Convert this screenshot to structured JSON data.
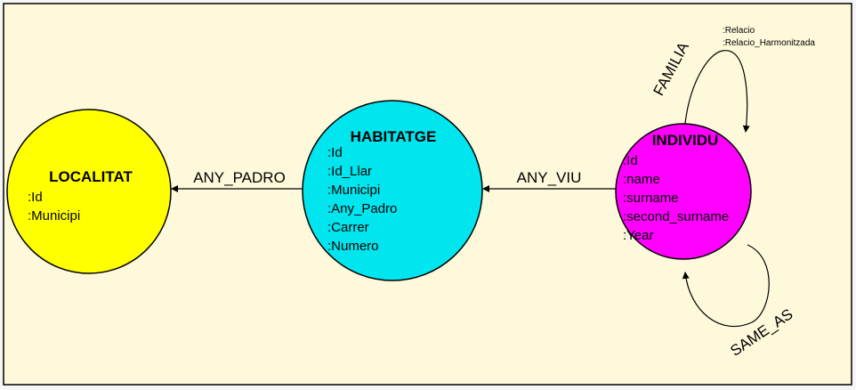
{
  "colors": {
    "background": "#fff9db",
    "frame": "#000000",
    "localitat": "#ffff00",
    "habitatge": "#00e5ee",
    "individu": "#ff00ff"
  },
  "nodes": {
    "localitat": {
      "title": "LOCALITAT",
      "props": [
        ":Id",
        ":Municipi"
      ]
    },
    "habitatge": {
      "title": "HABITATGE",
      "props": [
        ":Id",
        ":Id_Llar",
        ":Municipi",
        ":Any_Padro",
        ":Carrer",
        ":Numero"
      ]
    },
    "individu": {
      "title": "INDIVIDU",
      "props": [
        ":Id",
        ":name",
        ":surname",
        ":second_surname",
        ":Year"
      ]
    }
  },
  "relations": {
    "any_padro": "ANY_PADRO",
    "any_viu": "ANY_VIU",
    "familia": {
      "label": "FAMILIA",
      "props": [
        ":Relacio",
        ":Relacio_Harmonitzada"
      ]
    },
    "same_as": "SAME_AS"
  }
}
